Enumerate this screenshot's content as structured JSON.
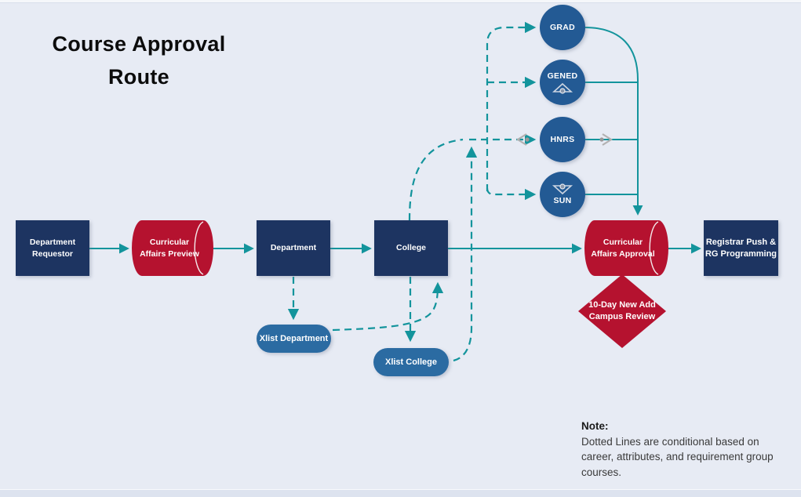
{
  "title": {
    "line1": "Course Approval",
    "line2": "Route"
  },
  "colors": {
    "background": "#e7ebf4",
    "navy_box": "#1d3461",
    "red_shape": "#b5122f",
    "circle_blue": "#235a94",
    "pill_blue": "#2b6ba2",
    "connector_teal": "#13949c",
    "gray_glyph": "#b3b1b1"
  },
  "nodes": {
    "dept_requestor": {
      "line1": "Department",
      "line2": "Requestor"
    },
    "ca_preview": {
      "line1": "Curricular",
      "line2": "Affairs Preview"
    },
    "department": {
      "label": "Department"
    },
    "college": {
      "label": "College"
    },
    "ca_approval": {
      "line1": "Curricular",
      "line2": "Affairs Approval"
    },
    "registrar": {
      "line1": "Registrar Push &",
      "line2": "RG Programming"
    },
    "grad": {
      "label": "GRAD"
    },
    "gened": {
      "label": "GENED"
    },
    "hnrs": {
      "label": "HNRS"
    },
    "sun": {
      "label": "SUN"
    },
    "xlist_department": {
      "label": "Xlist Department"
    },
    "xlist_college": {
      "label": "Xlist College"
    },
    "campus_review": {
      "line1": "10-Day New Add",
      "line2": "Campus Review"
    }
  },
  "icons": {
    "gened_badge": "triangle-up-dot-icon",
    "sun_badge": "triangle-down-dot-icon",
    "hnrs_left": "gray-arrow-left-icon",
    "hnrs_right": "gray-arrow-right-icon"
  },
  "note": {
    "heading": "Note:",
    "line1": "Dotted Lines are conditional based on",
    "line2": "career, attributes, and requirement group",
    "line3": "courses."
  }
}
